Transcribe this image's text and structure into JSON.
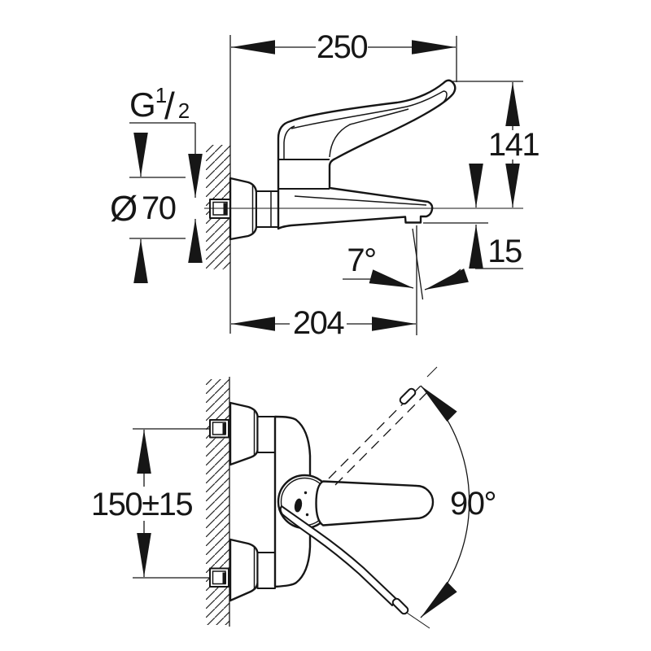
{
  "drawing": {
    "kind": "technical dimension drawing",
    "subject": "wall-mounted single-lever mixer tap with long hygienic lever",
    "colors": {
      "line": "#161616",
      "background": "#ffffff"
    },
    "side_view": {
      "labels": {
        "total_projection": "250",
        "handle_height": "141",
        "outlet_drop": "15",
        "spout_projection": "204",
        "spray_angle": "7°",
        "thread_g": "G",
        "thread_numerator": "1",
        "thread_slash": "/",
        "thread_denominator": "2",
        "diameter_symbol": "Ø",
        "diameter_value": "70"
      }
    },
    "plan_view": {
      "labels": {
        "inlet_spacing": "150±15",
        "lever_swivel_angle": "90°"
      }
    }
  }
}
